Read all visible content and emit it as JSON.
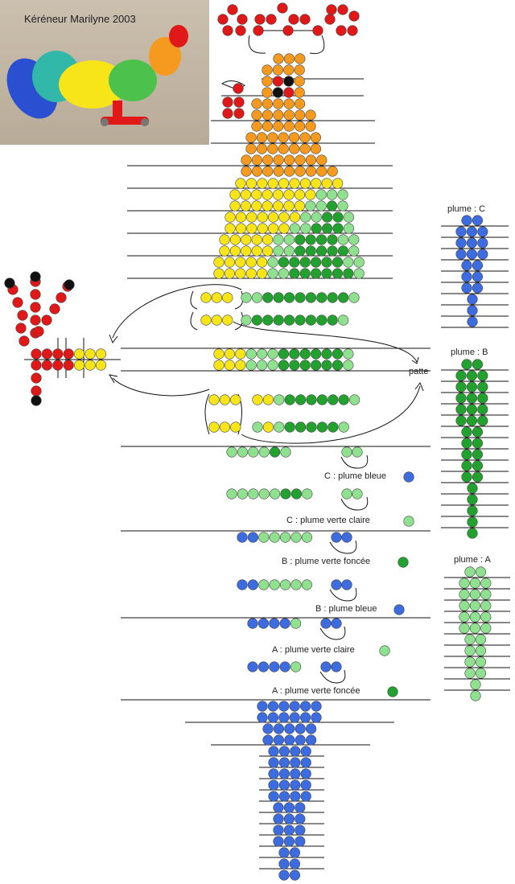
{
  "photo": {
    "caption": "Kéréneur Marilyne 2003"
  },
  "labels": {
    "plume_c": "plume : C",
    "plume_b": "plume : B",
    "plume_a": "plume : A",
    "patte": "patte"
  },
  "legend": [
    {
      "text": "C : plume bleue",
      "color": "#3d6be0"
    },
    {
      "text": "C : plume verte claire",
      "color": "#8fe08f"
    },
    {
      "text": "B : plume verte foncée",
      "color": "#22a12e"
    },
    {
      "text": "B : plume bleue",
      "color": "#3d6be0"
    },
    {
      "text": "A : plume verte claire",
      "color": "#8fe08f"
    },
    {
      "text": "A : plume verte foncée",
      "color": "#22a12e"
    }
  ],
  "colors": {
    "orange": "#f59a1e",
    "red": "#e01818",
    "black": "#111111",
    "yellow": "#f7e51a",
    "lightgreen": "#8fe08f",
    "darkgreen": "#22a12e",
    "blue": "#3d6be0"
  }
}
